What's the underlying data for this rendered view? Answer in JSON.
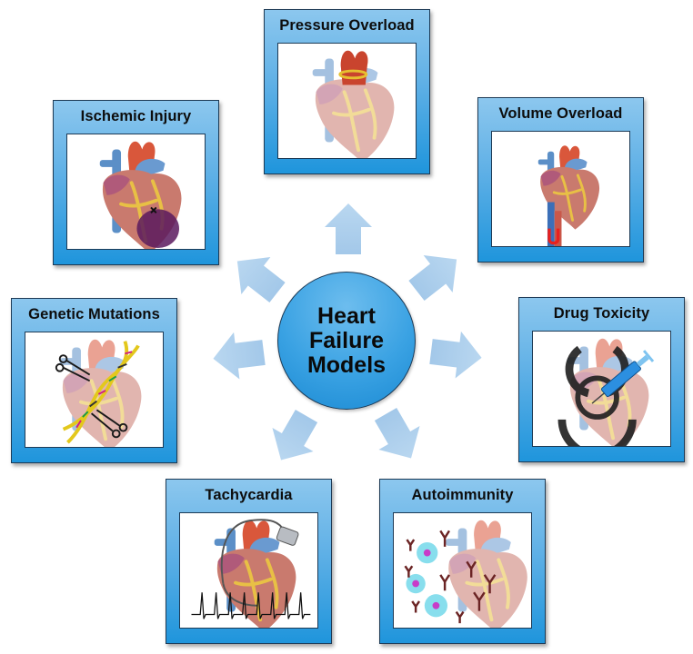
{
  "center": {
    "lines": [
      "Heart",
      "Failure",
      "Models"
    ]
  },
  "panels": [
    {
      "id": "pressure-overload",
      "title": "Pressure Overload",
      "illustration": "heart-with-aortic-band"
    },
    {
      "id": "ischemic-injury",
      "title": "Ischemic Injury",
      "illustration": "heart-with-infarct"
    },
    {
      "id": "volume-overload",
      "title": "Volume Overload",
      "illustration": "heart-with-shunt"
    },
    {
      "id": "genetic-mutations",
      "title": "Genetic Mutations",
      "illustration": "heart-with-dna-and-scissors"
    },
    {
      "id": "drug-toxicity",
      "title": "Drug Toxicity",
      "illustration": "heart-with-biohazard-and-syringe"
    },
    {
      "id": "tachycardia",
      "title": "Tachycardia",
      "illustration": "heart-with-pacemaker-and-ecg"
    },
    {
      "id": "autoimmunity",
      "title": "Autoimmunity",
      "illustration": "heart-with-antibodies-and-immune-cells"
    }
  ],
  "colors": {
    "panel_top": "#8cc7ee",
    "panel_bottom": "#1f95dc",
    "border": "#1d3a55",
    "arrow": "#a9cdec",
    "center_fill": "#3aa2e3"
  }
}
